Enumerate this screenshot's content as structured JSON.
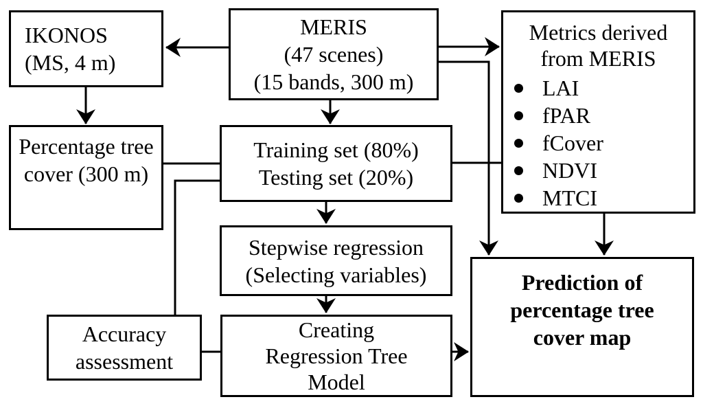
{
  "figure": {
    "background": "#ffffff",
    "ink": "#000000",
    "nodes": {
      "ikonos": {
        "lines": [
          "IKONOS",
          "(MS, 4 m)"
        ]
      },
      "meris": {
        "lines": [
          "MERIS",
          "(47 scenes)",
          "(15 bands, 300 m)"
        ]
      },
      "metrics": {
        "title_lines": [
          "Metrics derived",
          "from MERIS"
        ],
        "bullets": [
          "LAI",
          "fPAR",
          "fCover",
          "NDVI",
          "MTCI"
        ]
      },
      "ptc": {
        "lines": [
          "Percentage tree",
          "cover (300 m)"
        ]
      },
      "training": {
        "lines": [
          "Training set (80%)",
          "Testing set (20%)"
        ]
      },
      "stepwise": {
        "lines": [
          "Stepwise regression",
          "(Selecting variables)"
        ]
      },
      "accuracy": {
        "lines": [
          "Accuracy",
          "assessment"
        ]
      },
      "creating": {
        "lines": [
          "Creating",
          "Regression Tree",
          "Model"
        ]
      },
      "prediction": {
        "lines": [
          "Prediction of",
          "percentage tree",
          "cover map"
        ]
      }
    }
  }
}
